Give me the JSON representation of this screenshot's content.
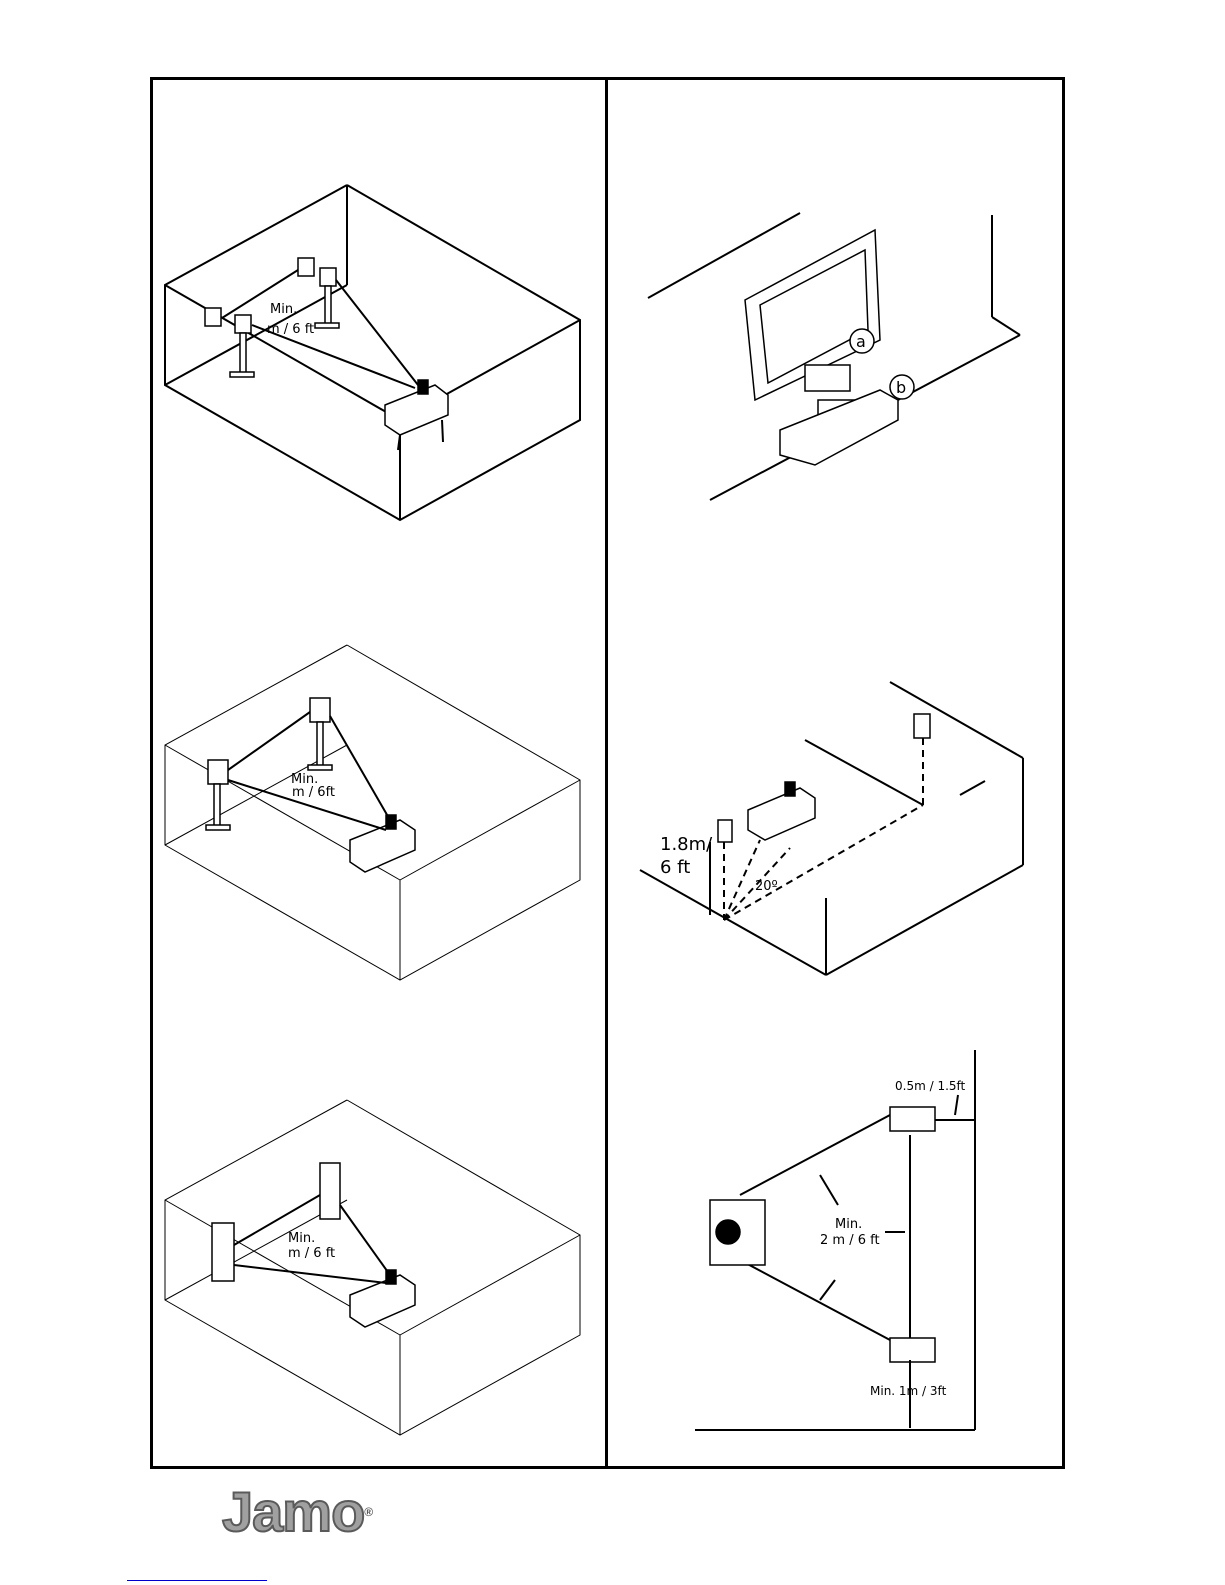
{
  "panels": {
    "bookshelf_stands": {
      "min_label": "Min.",
      "dist_label": "m / 6 ft"
    },
    "stand_speakers": {
      "min_label": "Min.",
      "dist_label": "m / 6ft"
    },
    "floorstanding": {
      "min_label": "Min.",
      "dist_label": "m / 6 ft"
    },
    "center_speaker": {
      "label_a": "a",
      "label_b": "b"
    },
    "surround": {
      "height_label_1": "1.8m/",
      "height_label_2": "6 ft",
      "angle_label": "20º"
    },
    "top_view": {
      "wall_distance": "0.5m / 1.5ft",
      "min_label": "Min.",
      "dist_label": "2 m / 6 ft",
      "rear_distance": "Min. 1m / 3ft"
    }
  },
  "logo": {
    "text": "Jamo",
    "mark": "®"
  }
}
